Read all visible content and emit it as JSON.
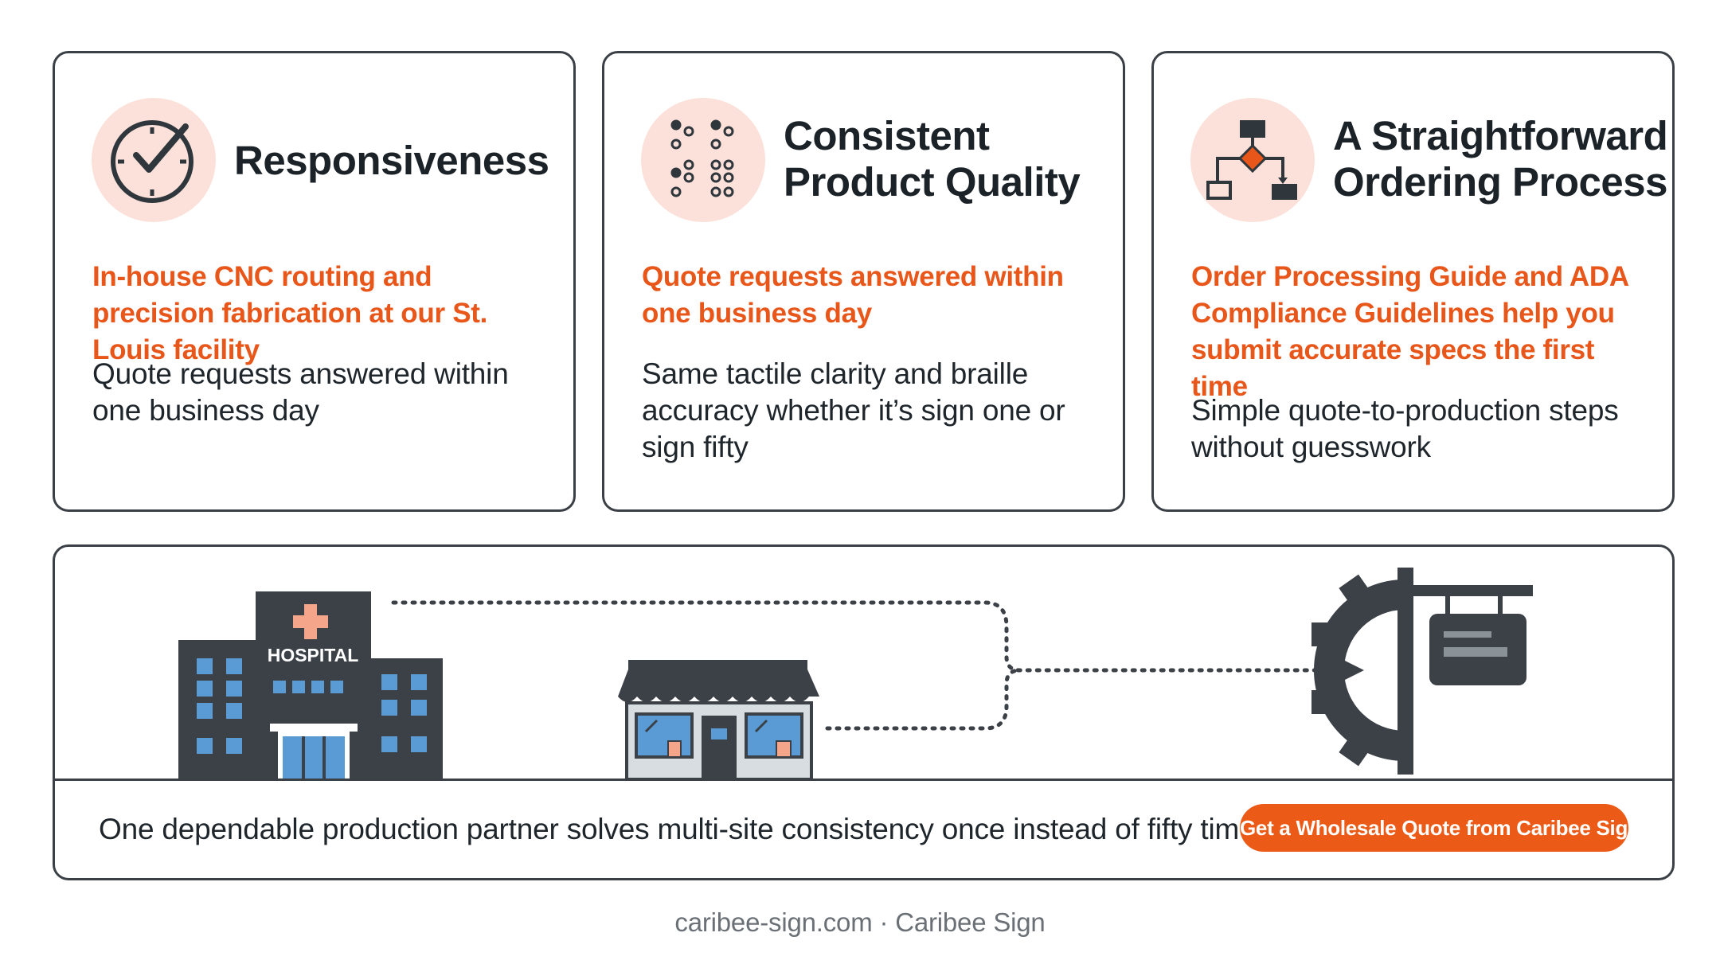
{
  "cards": [
    {
      "icon": "clock-check-icon",
      "title": "Responsiveness",
      "highlight": "In-house CNC routing and precision fabrication at our St. Louis facility",
      "body": "Quote requests answered within one business day"
    },
    {
      "icon": "braille-dots-icon",
      "title_line1": "Consistent",
      "title_line2": "Product Quality",
      "highlight": "Quote requests answered within one business day",
      "body": "Same tactile clarity and braille accuracy whether it’s sign one or sign fifty"
    },
    {
      "icon": "flowchart-icon",
      "title_line1": "A Straightforward",
      "title_line2": "Ordering Process",
      "highlight": "Order Processing Guide and ADA Compliance Guidelines help you submit accurate specs the first time",
      "body": "Simple quote-to-production steps without guesswork"
    }
  ],
  "bottom": {
    "hospital_label": "HOSPITAL",
    "tagline": "One dependable production partner solves multi-site consistency once instead of fifty times",
    "cta": "Get a Wholesale Quote from Caribee Sign"
  },
  "footer": "caribee-sign.com · Caribee Sign",
  "colors": {
    "accent": "#e8561a",
    "dark": "#3a4046",
    "icon_bg": "#fbe1d9",
    "window_blue": "#5b9bd5"
  }
}
